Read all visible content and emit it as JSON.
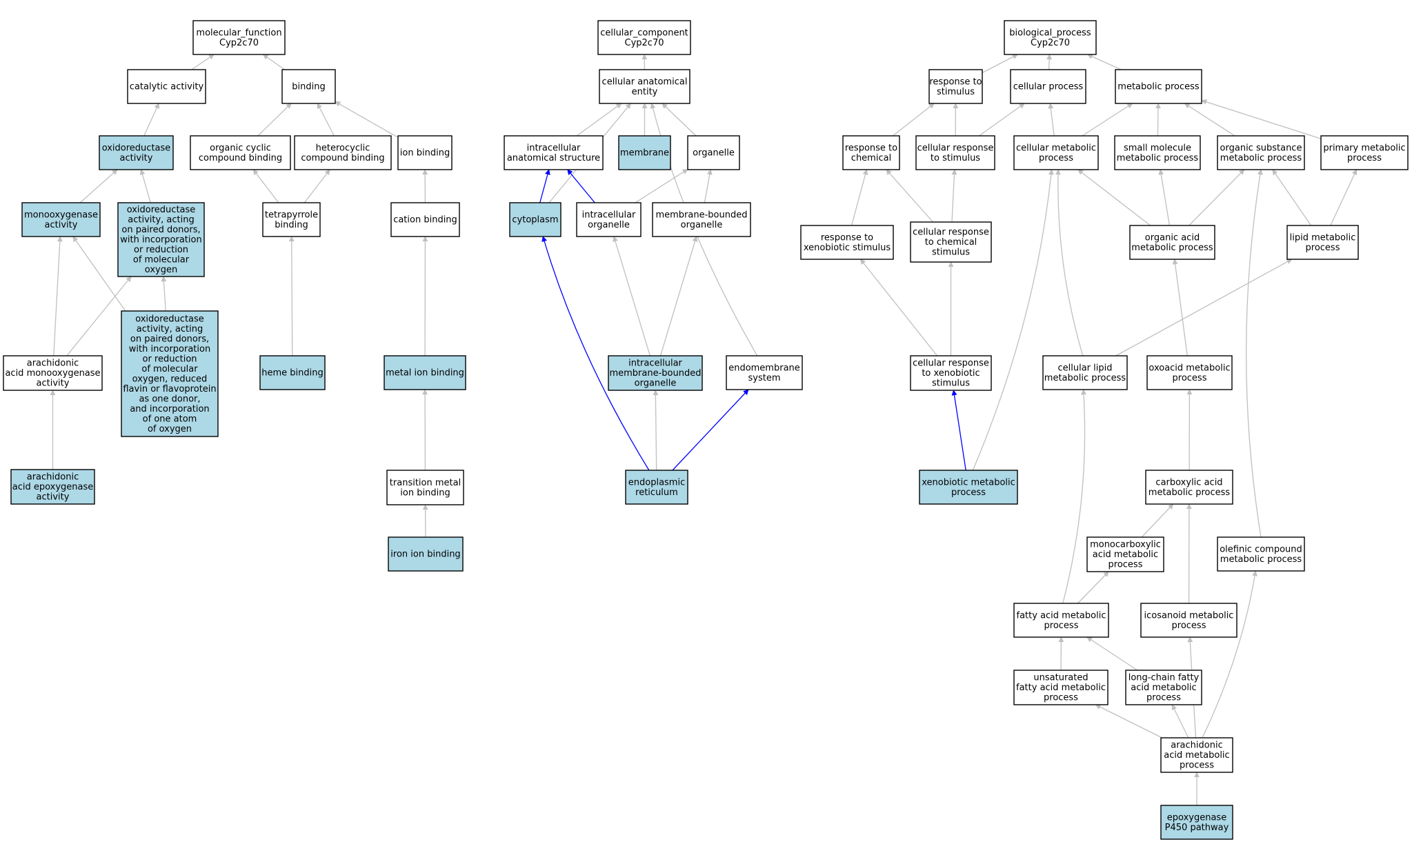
{
  "colors": {
    "highlight_fill": "#add8e6",
    "plain_fill": "#ffffff",
    "border": "#000000",
    "edge_gray": "#bfbfbf",
    "edge_blue": "#0000ff"
  },
  "nodes": [
    {
      "id": "mf_root",
      "lines": [
        "molecular_function",
        "Cyp2c70"
      ],
      "highlight": false
    },
    {
      "id": "catalytic",
      "lines": [
        "catalytic activity"
      ],
      "highlight": false
    },
    {
      "id": "binding",
      "lines": [
        "binding"
      ],
      "highlight": false
    },
    {
      "id": "oxidoreductase",
      "lines": [
        "oxidoreductase",
        "activity"
      ],
      "highlight": true
    },
    {
      "id": "org_cyclic",
      "lines": [
        "organic cyclic",
        "compound binding"
      ],
      "highlight": false
    },
    {
      "id": "heterocyclic",
      "lines": [
        "heterocyclic",
        "compound binding"
      ],
      "highlight": false
    },
    {
      "id": "ion_binding",
      "lines": [
        "ion binding"
      ],
      "highlight": false
    },
    {
      "id": "monooxygenase",
      "lines": [
        "monooxygenase",
        "activity"
      ],
      "highlight": true
    },
    {
      "id": "oxred_paired",
      "lines": [
        "oxidoreductase",
        "activity, acting",
        "on paired donors,",
        "with incorporation",
        "or reduction",
        "of molecular",
        "oxygen"
      ],
      "highlight": true
    },
    {
      "id": "tetrapyrrole",
      "lines": [
        "tetrapyrrole",
        "binding"
      ],
      "highlight": false
    },
    {
      "id": "cation_binding",
      "lines": [
        "cation binding"
      ],
      "highlight": false
    },
    {
      "id": "oxred_reduced",
      "lines": [
        "oxidoreductase",
        "activity, acting",
        "on paired donors,",
        "with incorporation",
        "or reduction",
        "of molecular",
        "oxygen, reduced",
        "flavin or flavoprotein",
        "as one donor,",
        "and incorporation",
        "of one atom",
        "of oxygen"
      ],
      "highlight": true
    },
    {
      "id": "arach_monoox",
      "lines": [
        "arachidonic",
        "acid monooxygenase",
        "activity"
      ],
      "highlight": false
    },
    {
      "id": "heme_binding",
      "lines": [
        "heme binding"
      ],
      "highlight": true
    },
    {
      "id": "metal_ion",
      "lines": [
        "metal ion binding"
      ],
      "highlight": true
    },
    {
      "id": "arach_epox",
      "lines": [
        "arachidonic",
        "acid epoxygenase",
        "activity"
      ],
      "highlight": true
    },
    {
      "id": "trans_metal",
      "lines": [
        "transition metal",
        "ion binding"
      ],
      "highlight": false
    },
    {
      "id": "iron_ion",
      "lines": [
        "iron ion binding"
      ],
      "highlight": true
    },
    {
      "id": "cc_root",
      "lines": [
        "cellular_component",
        "Cyp2c70"
      ],
      "highlight": false
    },
    {
      "id": "cell_anat",
      "lines": [
        "cellular anatomical",
        "entity"
      ],
      "highlight": false
    },
    {
      "id": "intra_anat",
      "lines": [
        "intracellular",
        "anatomical structure"
      ],
      "highlight": false
    },
    {
      "id": "membrane",
      "lines": [
        "membrane"
      ],
      "highlight": true
    },
    {
      "id": "organelle",
      "lines": [
        "organelle"
      ],
      "highlight": false
    },
    {
      "id": "cytoplasm",
      "lines": [
        "cytoplasm"
      ],
      "highlight": true
    },
    {
      "id": "intra_org",
      "lines": [
        "intracellular",
        "organelle"
      ],
      "highlight": false
    },
    {
      "id": "mem_bound_org",
      "lines": [
        "membrane-bounded",
        "organelle"
      ],
      "highlight": false
    },
    {
      "id": "intra_mem_bound",
      "lines": [
        "intracellular",
        "membrane-bounded",
        "organelle"
      ],
      "highlight": true
    },
    {
      "id": "endomembrane",
      "lines": [
        "endomembrane",
        "system"
      ],
      "highlight": false
    },
    {
      "id": "er",
      "lines": [
        "endoplasmic",
        "reticulum"
      ],
      "highlight": true
    },
    {
      "id": "bp_root",
      "lines": [
        "biological_process",
        "Cyp2c70"
      ],
      "highlight": false
    },
    {
      "id": "resp_stim",
      "lines": [
        "response to",
        "stimulus"
      ],
      "highlight": false
    },
    {
      "id": "cell_process",
      "lines": [
        "cellular process"
      ],
      "highlight": false
    },
    {
      "id": "metab_process",
      "lines": [
        "metabolic process"
      ],
      "highlight": false
    },
    {
      "id": "resp_chem",
      "lines": [
        "response to",
        "chemical"
      ],
      "highlight": false
    },
    {
      "id": "cell_resp_stim",
      "lines": [
        "cellular response",
        "to stimulus"
      ],
      "highlight": false
    },
    {
      "id": "cell_metab",
      "lines": [
        "cellular metabolic",
        "process"
      ],
      "highlight": false
    },
    {
      "id": "small_mol",
      "lines": [
        "small molecule",
        "metabolic process"
      ],
      "highlight": false
    },
    {
      "id": "org_subst",
      "lines": [
        "organic substance",
        "metabolic process"
      ],
      "highlight": false
    },
    {
      "id": "primary_metab",
      "lines": [
        "primary metabolic",
        "process"
      ],
      "highlight": false
    },
    {
      "id": "resp_xeno",
      "lines": [
        "response to",
        "xenobiotic stimulus"
      ],
      "highlight": false
    },
    {
      "id": "cell_resp_chem",
      "lines": [
        "cellular response",
        "to chemical",
        "stimulus"
      ],
      "highlight": false
    },
    {
      "id": "org_acid",
      "lines": [
        "organic acid",
        "metabolic process"
      ],
      "highlight": false
    },
    {
      "id": "lipid_metab",
      "lines": [
        "lipid metabolic",
        "process"
      ],
      "highlight": false
    },
    {
      "id": "cell_resp_xeno",
      "lines": [
        "cellular response",
        "to xenobiotic",
        "stimulus"
      ],
      "highlight": false
    },
    {
      "id": "cell_lipid",
      "lines": [
        "cellular lipid",
        "metabolic process"
      ],
      "highlight": false
    },
    {
      "id": "oxoacid",
      "lines": [
        "oxoacid metabolic",
        "process"
      ],
      "highlight": false
    },
    {
      "id": "xeno_metab",
      "lines": [
        "xenobiotic metabolic",
        "process"
      ],
      "highlight": true
    },
    {
      "id": "carboxylic",
      "lines": [
        "carboxylic acid",
        "metabolic process"
      ],
      "highlight": false
    },
    {
      "id": "monocarbox",
      "lines": [
        "monocarboxylic",
        "acid metabolic",
        "process"
      ],
      "highlight": false
    },
    {
      "id": "olefinic",
      "lines": [
        "olefinic compound",
        "metabolic process"
      ],
      "highlight": false
    },
    {
      "id": "fatty_acid",
      "lines": [
        "fatty acid metabolic",
        "process"
      ],
      "highlight": false
    },
    {
      "id": "icosanoid",
      "lines": [
        "icosanoid metabolic",
        "process"
      ],
      "highlight": false
    },
    {
      "id": "unsat_fatty",
      "lines": [
        "unsaturated",
        "fatty acid metabolic",
        "process"
      ],
      "highlight": false
    },
    {
      "id": "long_chain",
      "lines": [
        "long-chain fatty",
        "acid metabolic",
        "process"
      ],
      "highlight": false
    },
    {
      "id": "arach_metab",
      "lines": [
        "arachidonic",
        "acid metabolic",
        "process"
      ],
      "highlight": false
    },
    {
      "id": "epoxygenase",
      "lines": [
        "epoxygenase",
        "P450 pathway"
      ],
      "highlight": true
    }
  ],
  "edges": [
    {
      "from": "catalytic",
      "to": "mf_root",
      "blue": false
    },
    {
      "from": "binding",
      "to": "mf_root",
      "blue": false
    },
    {
      "from": "oxidoreductase",
      "to": "catalytic",
      "blue": false
    },
    {
      "from": "org_cyclic",
      "to": "binding",
      "blue": false
    },
    {
      "from": "heterocyclic",
      "to": "binding",
      "blue": false
    },
    {
      "from": "ion_binding",
      "to": "binding",
      "blue": false
    },
    {
      "from": "monooxygenase",
      "to": "oxidoreductase",
      "blue": false
    },
    {
      "from": "oxred_paired",
      "to": "oxidoreductase",
      "blue": false
    },
    {
      "from": "tetrapyrrole",
      "to": "org_cyclic",
      "blue": false
    },
    {
      "from": "tetrapyrrole",
      "to": "heterocyclic",
      "blue": false
    },
    {
      "from": "cation_binding",
      "to": "ion_binding",
      "blue": false
    },
    {
      "from": "oxred_reduced",
      "to": "monooxygenase",
      "blue": false
    },
    {
      "from": "oxred_reduced",
      "to": "oxred_paired",
      "blue": false
    },
    {
      "from": "arach_monoox",
      "to": "monooxygenase",
      "blue": false
    },
    {
      "from": "arach_monoox",
      "to": "oxred_paired",
      "blue": false
    },
    {
      "from": "heme_binding",
      "to": "tetrapyrrole",
      "blue": false
    },
    {
      "from": "metal_ion",
      "to": "cation_binding",
      "blue": false
    },
    {
      "from": "arach_epox",
      "to": "arach_monoox",
      "blue": false
    },
    {
      "from": "trans_metal",
      "to": "metal_ion",
      "blue": false
    },
    {
      "from": "iron_ion",
      "to": "trans_metal",
      "blue": false
    },
    {
      "from": "cell_anat",
      "to": "cc_root",
      "blue": false
    },
    {
      "from": "intra_anat",
      "to": "cell_anat",
      "blue": false
    },
    {
      "from": "membrane",
      "to": "cell_anat",
      "blue": false
    },
    {
      "from": "organelle",
      "to": "cell_anat",
      "blue": false
    },
    {
      "from": "cytoplasm",
      "to": "cell_anat",
      "blue": false
    },
    {
      "from": "endomembrane",
      "to": "cell_anat",
      "blue": false
    },
    {
      "from": "cytoplasm",
      "to": "intra_anat",
      "blue": true
    },
    {
      "from": "intra_org",
      "to": "intra_anat",
      "blue": true
    },
    {
      "from": "intra_org",
      "to": "organelle",
      "blue": false
    },
    {
      "from": "mem_bound_org",
      "to": "organelle",
      "blue": false
    },
    {
      "from": "intra_mem_bound",
      "to": "intra_org",
      "blue": false
    },
    {
      "from": "intra_mem_bound",
      "to": "mem_bound_org",
      "blue": false
    },
    {
      "from": "er",
      "to": "intra_mem_bound",
      "blue": false
    },
    {
      "from": "er",
      "to": "cytoplasm",
      "blue": true
    },
    {
      "from": "er",
      "to": "endomembrane",
      "blue": true
    },
    {
      "from": "resp_stim",
      "to": "bp_root",
      "blue": false
    },
    {
      "from": "cell_process",
      "to": "bp_root",
      "blue": false
    },
    {
      "from": "metab_process",
      "to": "bp_root",
      "blue": false
    },
    {
      "from": "resp_chem",
      "to": "resp_stim",
      "blue": false
    },
    {
      "from": "cell_resp_stim",
      "to": "resp_stim",
      "blue": false
    },
    {
      "from": "cell_resp_stim",
      "to": "cell_process",
      "blue": false
    },
    {
      "from": "cell_metab",
      "to": "cell_process",
      "blue": false
    },
    {
      "from": "cell_metab",
      "to": "metab_process",
      "blue": false
    },
    {
      "from": "small_mol",
      "to": "metab_process",
      "blue": false
    },
    {
      "from": "org_subst",
      "to": "metab_process",
      "blue": false
    },
    {
      "from": "primary_metab",
      "to": "metab_process",
      "blue": false
    },
    {
      "from": "resp_xeno",
      "to": "resp_chem",
      "blue": false
    },
    {
      "from": "cell_resp_chem",
      "to": "resp_chem",
      "blue": false
    },
    {
      "from": "cell_resp_chem",
      "to": "cell_resp_stim",
      "blue": false
    },
    {
      "from": "org_acid",
      "to": "cell_metab",
      "blue": false
    },
    {
      "from": "org_acid",
      "to": "small_mol",
      "blue": false
    },
    {
      "from": "org_acid",
      "to": "org_subst",
      "blue": false
    },
    {
      "from": "lipid_metab",
      "to": "org_subst",
      "blue": false
    },
    {
      "from": "lipid_metab",
      "to": "primary_metab",
      "blue": false
    },
    {
      "from": "cell_resp_xeno",
      "to": "resp_xeno",
      "blue": false
    },
    {
      "from": "cell_resp_xeno",
      "to": "cell_resp_chem",
      "blue": false
    },
    {
      "from": "cell_lipid",
      "to": "cell_metab",
      "blue": false
    },
    {
      "from": "cell_lipid",
      "to": "lipid_metab",
      "blue": false
    },
    {
      "from": "oxoacid",
      "to": "org_acid",
      "blue": false
    },
    {
      "from": "xeno_metab",
      "to": "cell_resp_xeno",
      "blue": true
    },
    {
      "from": "xeno_metab",
      "to": "cell_metab",
      "blue": false
    },
    {
      "from": "carboxylic",
      "to": "oxoacid",
      "blue": false
    },
    {
      "from": "monocarbox",
      "to": "carboxylic",
      "blue": false
    },
    {
      "from": "olefinic",
      "to": "org_subst",
      "blue": false
    },
    {
      "from": "fatty_acid",
      "to": "monocarbox",
      "blue": false
    },
    {
      "from": "fatty_acid",
      "to": "cell_lipid",
      "blue": false
    },
    {
      "from": "icosanoid",
      "to": "carboxylic",
      "blue": false
    },
    {
      "from": "unsat_fatty",
      "to": "fatty_acid",
      "blue": false
    },
    {
      "from": "long_chain",
      "to": "fatty_acid",
      "blue": false
    },
    {
      "from": "arach_metab",
      "to": "unsat_fatty",
      "blue": false
    },
    {
      "from": "arach_metab",
      "to": "long_chain",
      "blue": false
    },
    {
      "from": "arach_metab",
      "to": "icosanoid",
      "blue": false
    },
    {
      "from": "arach_metab",
      "to": "olefinic",
      "blue": false
    },
    {
      "from": "epoxygenase",
      "to": "arach_metab",
      "blue": false
    }
  ]
}
